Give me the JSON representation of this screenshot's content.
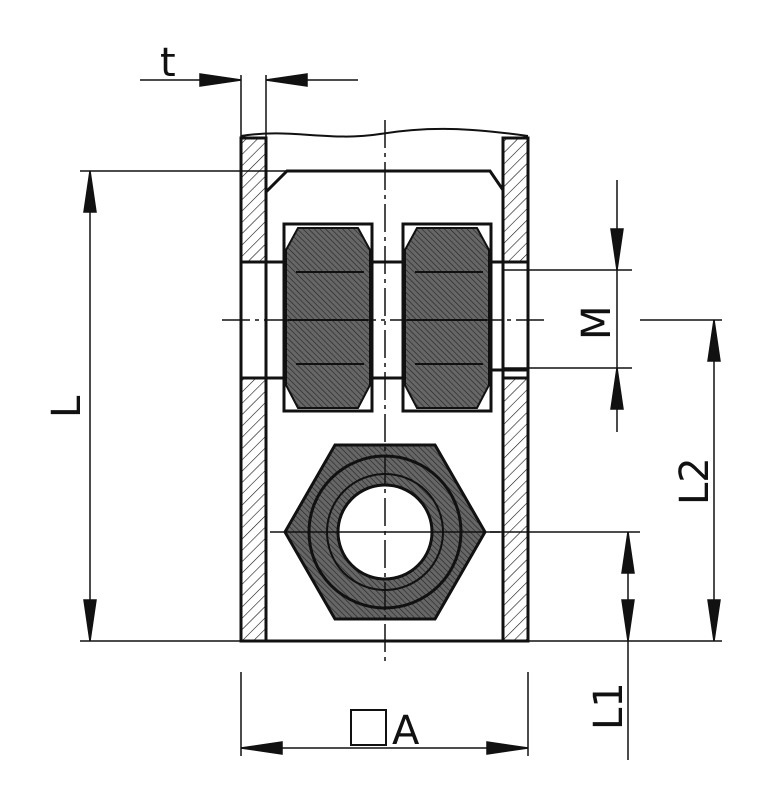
{
  "labels": {
    "thickness": "t",
    "length": "L",
    "thread": "M",
    "length2": "L2",
    "length1": "L1",
    "width": "A"
  },
  "colors": {
    "line": "#111111",
    "fill": "#555555",
    "background": "#ffffff"
  }
}
